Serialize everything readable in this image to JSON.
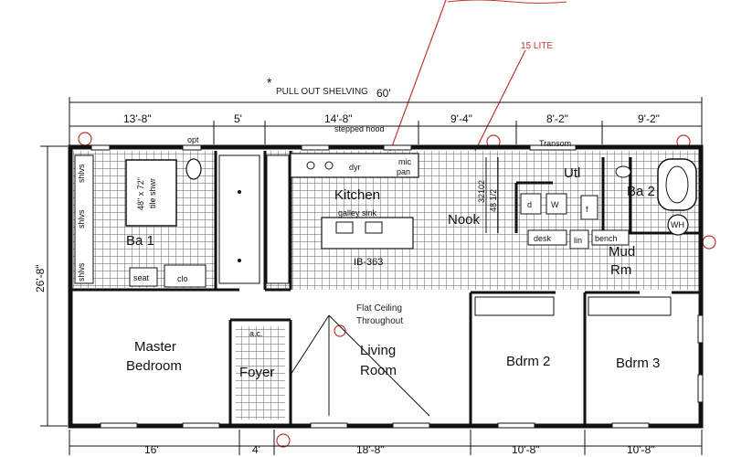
{
  "header": {
    "asterisk": "*",
    "pull_out_note": "PULL OUT SHELVING",
    "overall_width": "60'",
    "overall_depth": "26'-8\""
  },
  "dimensions_top": [
    "13'-8\"",
    "5'",
    "14'-8\"",
    "9'-4\"",
    "8'-2\"",
    "9'-2\""
  ],
  "dimensions_bottom": [
    "16'",
    "4'",
    "18'-8\"",
    "10'-8\"",
    "10'-8\""
  ],
  "annotations": {
    "handwritten_1": "15 LITE",
    "opt": "opt",
    "stepped_hood": "stepped hood",
    "transom": "Transom",
    "flat_ceiling_1": "Flat Ceiling",
    "flat_ceiling_2": "Throughout",
    "model": "IB-363",
    "galley_sink": "galley sink",
    "ac": "a.c."
  },
  "rooms": {
    "kitchen": "Kitchen",
    "nook": "Nook",
    "utility": "Utl",
    "bath1": "Ba 1",
    "bath2": "Ba 2",
    "mud_1": "Mud",
    "mud_2": "Rm",
    "master_1": "Master",
    "master_2": "Bedroom",
    "foyer": "Foyer",
    "living_1": "Living",
    "living_2": "Room",
    "bdrm2": "Bdrm 2",
    "bdrm3": "Bdrm 3"
  },
  "fixtures": {
    "dryer": "dyr",
    "washer": "w",
    "mic": "mic",
    "pan": "pan",
    "tile_shower_1": "48\" x 72\"",
    "tile_shower_2": "tile shwr",
    "shelves_1": "shlvs",
    "shelves_2": "shlvs",
    "shelves_3": "shlvs",
    "seat": "seat",
    "clo": "clo",
    "desk": "desk",
    "lin": "lin",
    "bench": "bench",
    "d": "d",
    "w": "W",
    "wh": "WH",
    "f": "f",
    "wall_32102": "32102",
    "wall_4811": "48 1/2"
  },
  "colors": {
    "ink": "#111111",
    "red_ink": "#c0392b",
    "paper": "#ffffff"
  }
}
